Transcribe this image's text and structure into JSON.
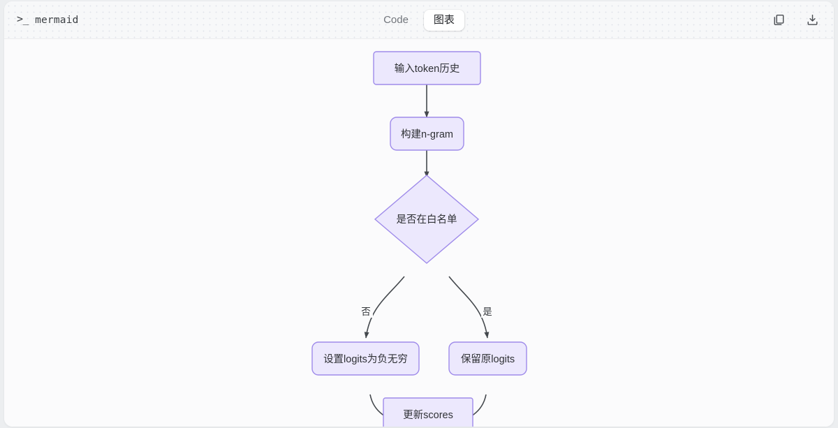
{
  "app": {
    "prompt_glyph": ">_",
    "title": "mermaid"
  },
  "toolbar": {
    "tabs": [
      {
        "label": "Code",
        "active": false
      },
      {
        "label": "图表",
        "active": true
      }
    ],
    "actions": [
      {
        "name": "copy-icon",
        "label": "Copy"
      },
      {
        "name": "download-icon",
        "label": "Download"
      }
    ]
  },
  "diagram": {
    "type": "flowchart",
    "direction": "TD",
    "theme": {
      "node_fill": "#ece8fd",
      "node_stroke": "#9f8bea",
      "edge_stroke": "#44484d",
      "canvas_bg": "#fbfbfc",
      "text": "#2f3135"
    },
    "nodes": [
      {
        "id": "n1",
        "label": "输入token历史",
        "shape": "rect"
      },
      {
        "id": "n2",
        "label": "构建n-gram",
        "shape": "rounded"
      },
      {
        "id": "n3",
        "label": "是否在白名单",
        "shape": "diamond"
      },
      {
        "id": "n4",
        "label": "设置logits为负无穷",
        "shape": "rounded"
      },
      {
        "id": "n5",
        "label": "保留原logits",
        "shape": "rounded"
      },
      {
        "id": "n6",
        "label": "更新scores",
        "shape": "rect"
      }
    ],
    "edges": [
      {
        "from": "n1",
        "to": "n2",
        "label": ""
      },
      {
        "from": "n2",
        "to": "n3",
        "label": ""
      },
      {
        "from": "n3",
        "to": "n4",
        "label": "否"
      },
      {
        "from": "n3",
        "to": "n5",
        "label": "是"
      },
      {
        "from": "n4",
        "to": "n6",
        "label": ""
      },
      {
        "from": "n5",
        "to": "n6",
        "label": ""
      }
    ]
  }
}
